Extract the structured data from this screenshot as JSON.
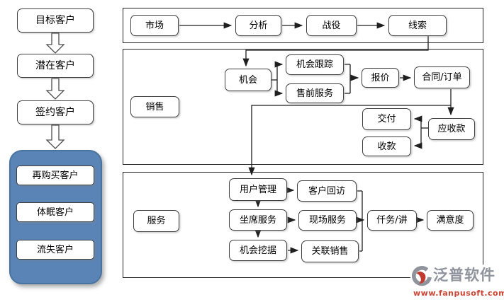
{
  "left_funnel": {
    "stage1": "目标客户",
    "stage2": "潜在客户",
    "stage3": "签约客户",
    "group": {
      "item1": "再购买客户",
      "item2": "体眠客户",
      "item3": "流失客户"
    }
  },
  "market": {
    "box1": "市场",
    "box2": "分析",
    "box3": "战役",
    "box4": "线索"
  },
  "sales": {
    "label": "销售",
    "opportunity": "机会",
    "opportunity_tracking": "机会跟踪",
    "presales_service": "售前服务",
    "quotation": "报价",
    "contract_order": "合同/订单",
    "delivery": "交付",
    "receivable": "应收款",
    "payment_received": "收款"
  },
  "service": {
    "label": "服务",
    "user_management": "用户管理",
    "customer_revisit": "客户回访",
    "agent_service": "坐席服务",
    "onsite_service": "现场服务",
    "opportunity_mining": "机会挖据",
    "related_sales": "关联销售",
    "task": "仟务/讲",
    "satisfaction": "满意度"
  },
  "logo": {
    "brand": "泛普软件",
    "url": "www.fanpusoft.com"
  },
  "colors": {
    "background": "#ffffff",
    "node_border": "#404040",
    "section_border": "#242424",
    "connector": "#1f1f1f",
    "group_blue": "#5b84b6",
    "group_blue_border": "#49749f",
    "logo_gray": "#8e939c",
    "logo_red": "#c03a2e",
    "url_red": "#cc4433"
  }
}
